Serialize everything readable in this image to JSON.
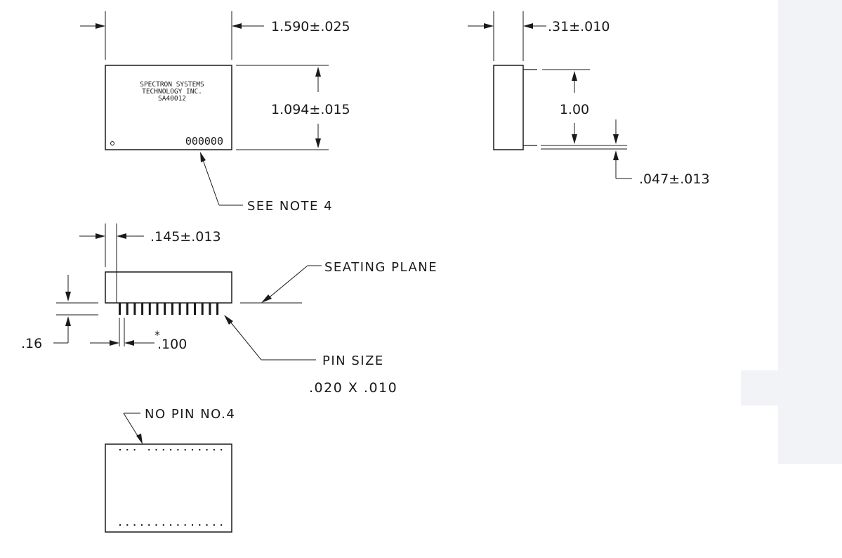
{
  "labels": {
    "width_dim": "1.590±.025",
    "height_dim": "1.094±.015",
    "thickness_dim": ".31±.010",
    "pin_span_dim": "1.00",
    "pin_offset_dim": ".047±.013",
    "pin_inset_dim": ".145±.013",
    "pin_height_dim": ".16",
    "pin_pitch_asterisk": "*",
    "pin_pitch_dim": ".100",
    "see_note": "SEE NOTE 4",
    "seating_plane": "SEATING PLANE",
    "pin_size_title": "PIN SIZE",
    "pin_size_value": ".020 X .010",
    "no_pin": "NO PIN NO.4"
  },
  "package_marking": {
    "line1": "SPECTRON SYSTEMS",
    "line2": "TECHNOLOGY INC.",
    "line3": "SA40012",
    "serial": "000000"
  },
  "colors": {
    "line": "#1a1a1a",
    "background": "#ffffff",
    "watermark": "#f1f3f7"
  }
}
